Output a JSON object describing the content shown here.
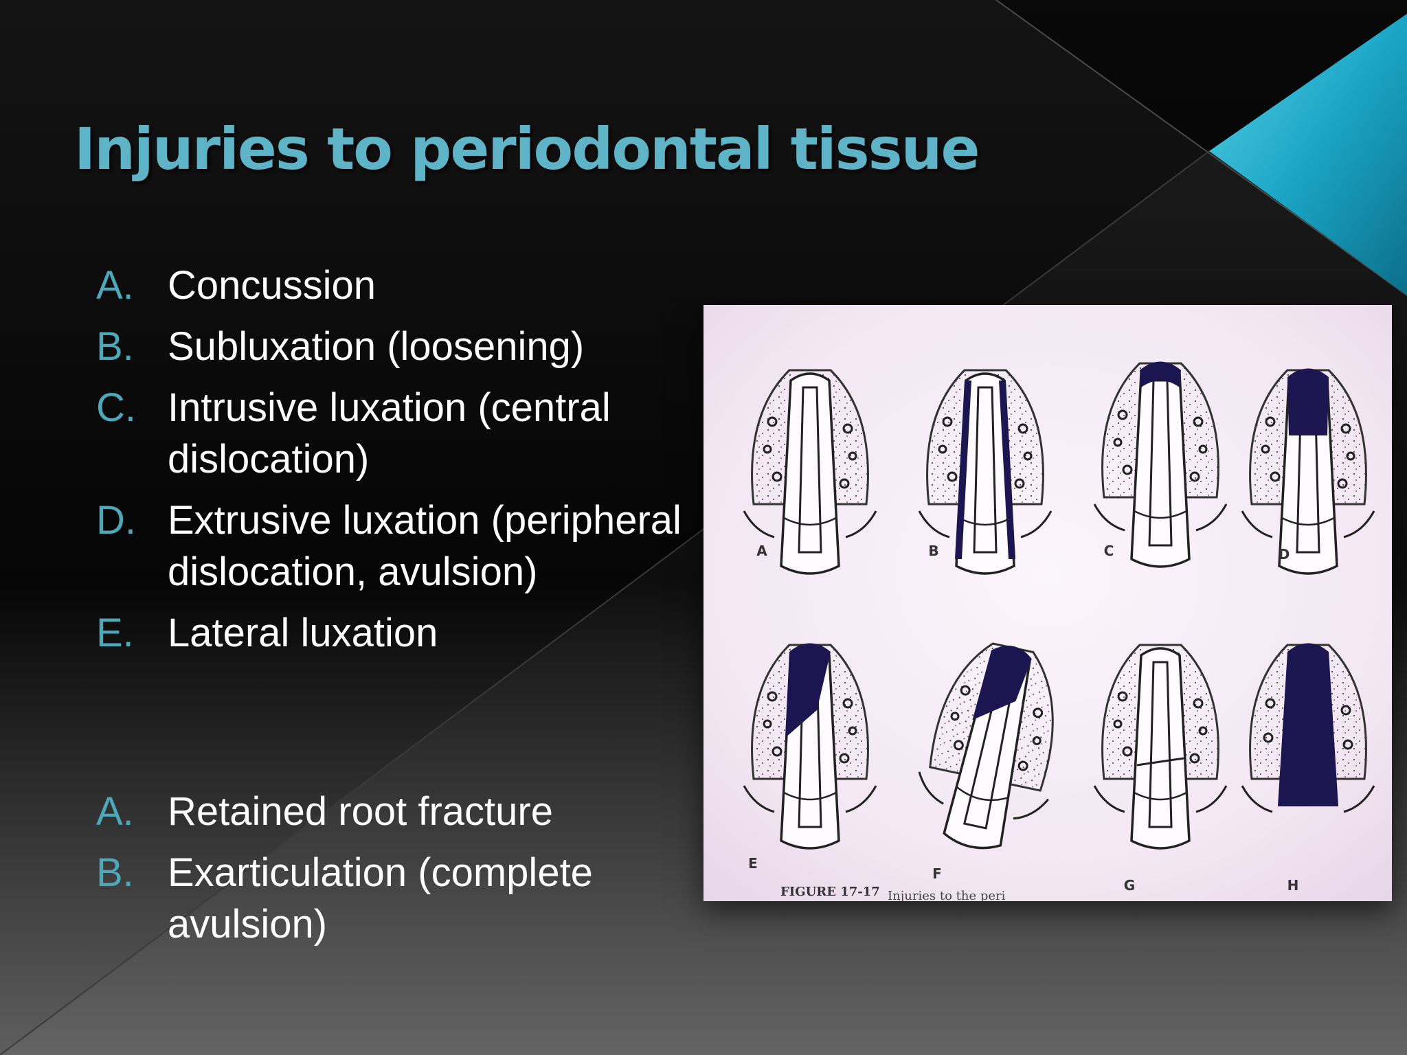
{
  "slide": {
    "title": "Injuries to periodontal tissue",
    "accent_color": "#1fa5c4",
    "title_color": "#5fb3c6"
  },
  "list_primary": [
    {
      "marker": "A.",
      "text": "Concussion"
    },
    {
      "marker": "B.",
      "text": "Subluxation (loosening)"
    },
    {
      "marker": "C.",
      "text": "Intrusive luxation (central dislocation)"
    },
    {
      "marker": "D.",
      "text": "Extrusive luxation (peripheral dislocation, avulsion)"
    },
    {
      "marker": "E.",
      "text": "Lateral luxation"
    }
  ],
  "list_secondary": [
    {
      "marker": "A.",
      "text": "Retained root fracture"
    },
    {
      "marker": "B.",
      "text": "Exarticulation (complete avulsion)"
    }
  ],
  "figure": {
    "panel_labels": [
      "A",
      "B",
      "C",
      "D",
      "E",
      "F",
      "G",
      "H"
    ],
    "caption_label": "FIGURE 17-17",
    "caption_text": "Injuries to the peri"
  }
}
